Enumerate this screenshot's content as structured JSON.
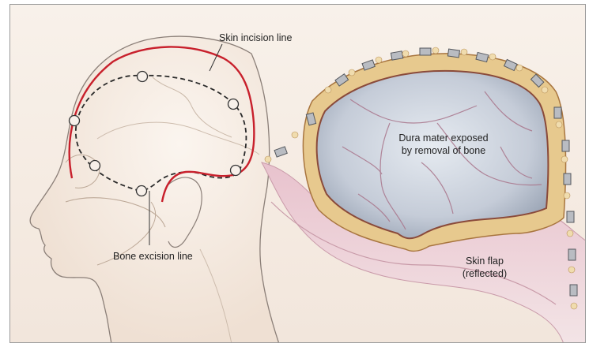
{
  "labels": {
    "skin_incision": "Skin incision line",
    "bone_excision": "Bone excision line",
    "dura_line1": "Dura mater exposed",
    "dura_line2": "by removal of bone",
    "skin_flap_line1": "Skin flap",
    "skin_flap_line2": "(reflected)"
  },
  "colors": {
    "incision_line": "#c8202c",
    "excision_line": "#2a2a2a",
    "dura": "#c9d0da",
    "vessels": "#a9758b",
    "bone": "#e7c98e",
    "skin_flap": "#d9a8b8",
    "head_outline": "#8b7f78",
    "background": "#f7eee6"
  },
  "icons": {
    "burr_hole": "burr-hole-circle-icon",
    "cranial_plate": "titanium-plate-icon"
  },
  "burr_hole_count": 6
}
